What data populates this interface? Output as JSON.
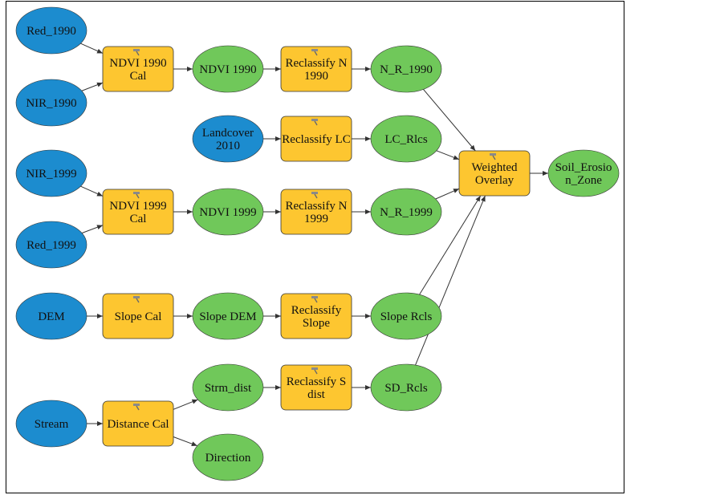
{
  "colors": {
    "input": "#1c8ccf",
    "tool": "#fdc630",
    "output": "#70c85a",
    "stroke": "#333333",
    "frame": "#000000"
  },
  "nodes": {
    "red1990": {
      "kind": "input",
      "lines": [
        "Red_1990"
      ]
    },
    "nir1990": {
      "kind": "input",
      "lines": [
        "NIR_1990"
      ]
    },
    "ndvi1990cal": {
      "kind": "tool",
      "lines": [
        "NDVI 1990",
        "Cal"
      ]
    },
    "ndvi1990": {
      "kind": "output",
      "lines": [
        "NDVI 1990"
      ]
    },
    "reclassN1990": {
      "kind": "tool",
      "lines": [
        "Reclassify N",
        "1990"
      ]
    },
    "nr1990": {
      "kind": "output",
      "lines": [
        "N_R_1990"
      ]
    },
    "landcover": {
      "kind": "input",
      "lines": [
        "Landcover",
        "2010"
      ]
    },
    "reclassLC": {
      "kind": "tool",
      "lines": [
        "Reclassify LC"
      ]
    },
    "lcrlcs": {
      "kind": "output",
      "lines": [
        "LC_Rlcs"
      ]
    },
    "nir1999": {
      "kind": "input",
      "lines": [
        "NIR_1999"
      ]
    },
    "red1999": {
      "kind": "input",
      "lines": [
        "Red_1999"
      ]
    },
    "ndvi1999cal": {
      "kind": "tool",
      "lines": [
        "NDVI 1999",
        "Cal"
      ]
    },
    "ndvi1999": {
      "kind": "output",
      "lines": [
        "NDVI 1999"
      ]
    },
    "reclassN1999": {
      "kind": "tool",
      "lines": [
        "Reclassify N",
        "1999"
      ]
    },
    "nr1999": {
      "kind": "output",
      "lines": [
        "N_R_1999"
      ]
    },
    "dem": {
      "kind": "input",
      "lines": [
        "DEM"
      ]
    },
    "slopecal": {
      "kind": "tool",
      "lines": [
        "Slope Cal"
      ]
    },
    "slopedem": {
      "kind": "output",
      "lines": [
        "Slope DEM"
      ]
    },
    "reclassSlope": {
      "kind": "tool",
      "lines": [
        "Reclassify",
        "Slope"
      ]
    },
    "sloperc": {
      "kind": "output",
      "lines": [
        "Slope Rcls"
      ]
    },
    "stream": {
      "kind": "input",
      "lines": [
        "Stream"
      ]
    },
    "distcal": {
      "kind": "tool",
      "lines": [
        "Distance Cal"
      ]
    },
    "strmdist": {
      "kind": "output",
      "lines": [
        "Strm_dist"
      ]
    },
    "direction": {
      "kind": "output",
      "lines": [
        "Direction"
      ]
    },
    "reclassSD": {
      "kind": "tool",
      "lines": [
        "Reclassify S",
        "dist"
      ]
    },
    "sdrcls": {
      "kind": "output",
      "lines": [
        "SD_Rcls"
      ]
    },
    "weighted": {
      "kind": "tool",
      "lines": [
        "Weighted",
        "Overlay"
      ]
    },
    "soil": {
      "kind": "output",
      "lines": [
        "Soil_Erosio",
        "n_Zone"
      ]
    }
  },
  "edges": [
    [
      "red1990",
      "ndvi1990cal"
    ],
    [
      "nir1990",
      "ndvi1990cal"
    ],
    [
      "ndvi1990cal",
      "ndvi1990"
    ],
    [
      "ndvi1990",
      "reclassN1990"
    ],
    [
      "reclassN1990",
      "nr1990"
    ],
    [
      "landcover",
      "reclassLC"
    ],
    [
      "reclassLC",
      "lcrlcs"
    ],
    [
      "nir1999",
      "ndvi1999cal"
    ],
    [
      "red1999",
      "ndvi1999cal"
    ],
    [
      "ndvi1999cal",
      "ndvi1999"
    ],
    [
      "ndvi1999",
      "reclassN1999"
    ],
    [
      "reclassN1999",
      "nr1999"
    ],
    [
      "dem",
      "slopecal"
    ],
    [
      "slopecal",
      "slopedem"
    ],
    [
      "slopedem",
      "reclassSlope"
    ],
    [
      "reclassSlope",
      "sloperc"
    ],
    [
      "stream",
      "distcal"
    ],
    [
      "distcal",
      "strmdist"
    ],
    [
      "distcal",
      "direction"
    ],
    [
      "strmdist",
      "reclassSD"
    ],
    [
      "reclassSD",
      "sdrcls"
    ],
    [
      "nr1990",
      "weighted"
    ],
    [
      "lcrlcs",
      "weighted"
    ],
    [
      "nr1999",
      "weighted"
    ],
    [
      "sloperc",
      "weighted"
    ],
    [
      "sdrcls",
      "weighted"
    ],
    [
      "weighted",
      "soil"
    ]
  ]
}
